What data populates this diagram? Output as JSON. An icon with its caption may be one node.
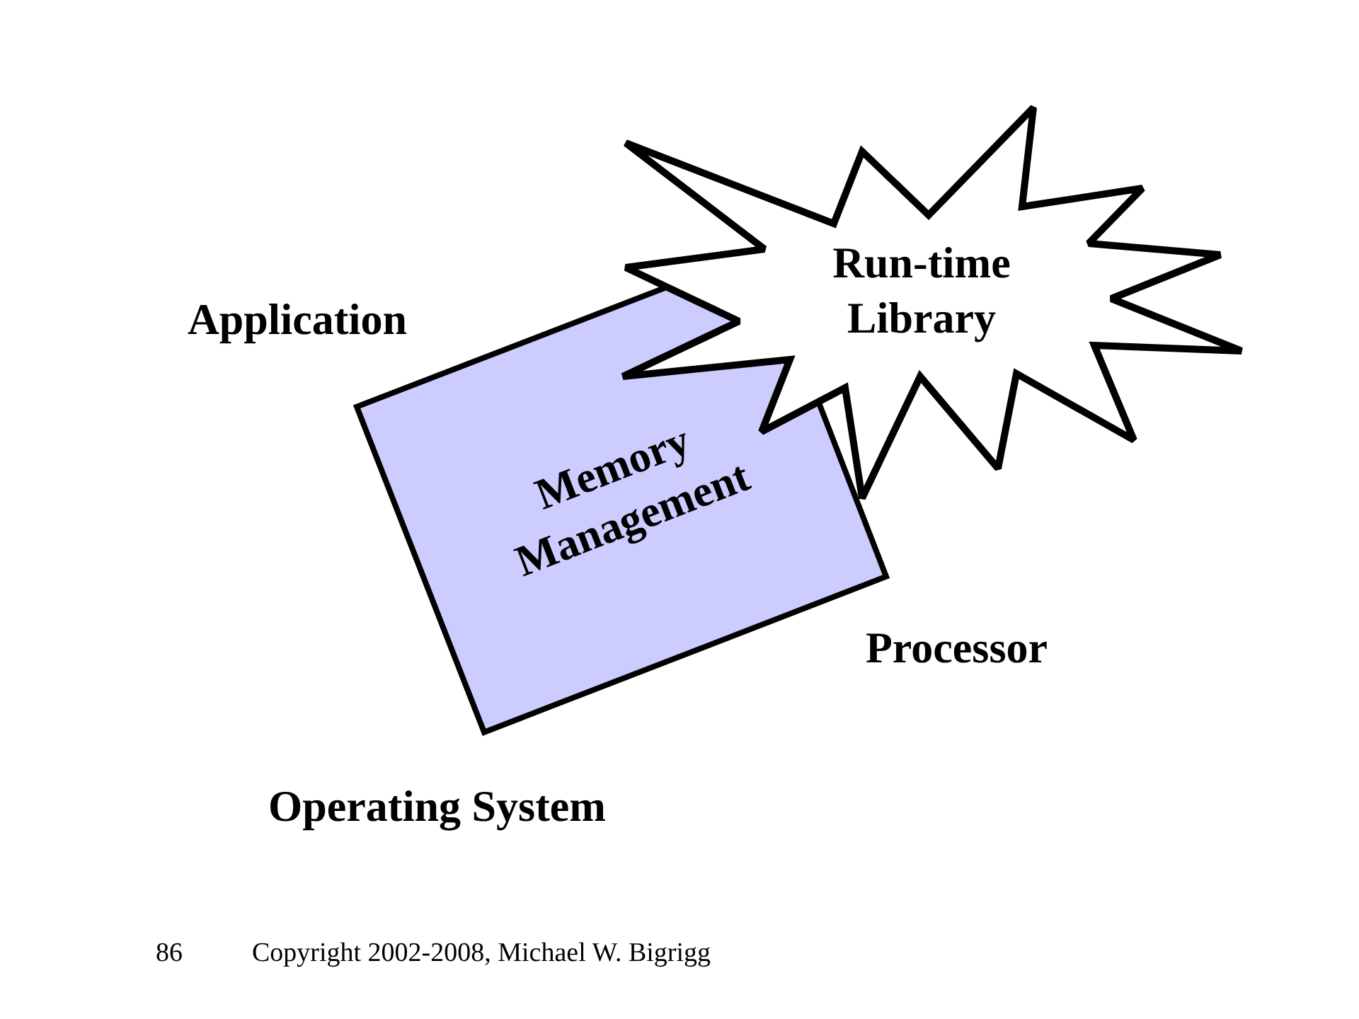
{
  "diagram": {
    "nodes": [
      {
        "text": [
          "Run-time Library"
        ]
      },
      {
        "text": [
          "Memory Management"
        ]
      }
    ],
    "labels": [
      "Application",
      "Processor",
      "Operating System",
      "86",
      "Copyright 2002-2008, Michael W. Bigrigg"
    ]
  }
}
